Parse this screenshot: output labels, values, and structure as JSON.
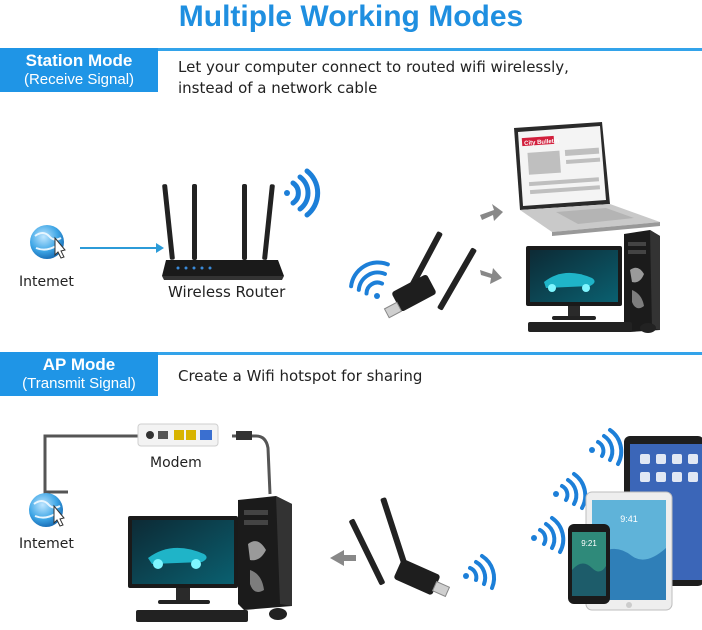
{
  "title": "Multiple Working Modes",
  "station": {
    "mode_label": "Station Mode",
    "mode_sub": "(Receive Signal)",
    "desc_line1": "Let your computer connect to routed wifi wirelessly,",
    "desc_line2": "instead of a network cable",
    "internet_label": "Intemet",
    "router_label": "Wireless Router",
    "laptop_screen_brand": "City Bulletin"
  },
  "ap": {
    "mode_label": "AP Mode",
    "mode_sub": "(Transmit Signal)",
    "desc": "Create a Wifi hotspot for sharing",
    "internet_label": "Intemet",
    "modem_label": "Modem",
    "phone_time": "9:21",
    "tablet_time": "9:41"
  },
  "colors": {
    "accent": "#1f95e6",
    "title": "#1f8fe0",
    "wifi": "#1c7fd8"
  }
}
